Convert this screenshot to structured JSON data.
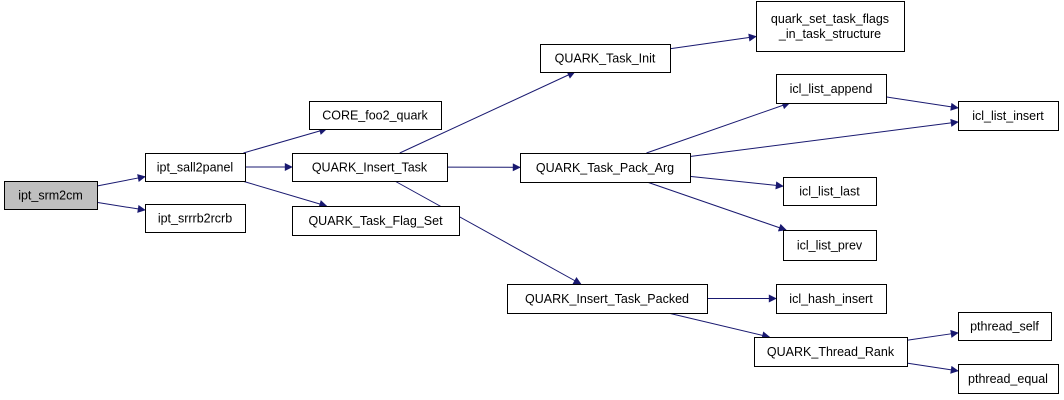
{
  "graph": {
    "style": {
      "edge_color": "#191970",
      "node_fill": "#ffffff",
      "root_fill": "#bfbfbf",
      "node_stroke": "#000000",
      "text_color": "#000000"
    },
    "nodes": {
      "ipt_srm2cm": {
        "label": "ipt_srm2cm",
        "root": true
      },
      "ipt_sall2panel": {
        "label": "ipt_sall2panel"
      },
      "ipt_srrrb2rcrb": {
        "label": "ipt_srrrb2rcrb"
      },
      "core_foo2_quark": {
        "label": "CORE_foo2_quark"
      },
      "quark_insert_task": {
        "label": "QUARK_Insert_Task"
      },
      "quark_task_flag_set": {
        "label": "QUARK_Task_Flag_Set"
      },
      "quark_task_init": {
        "label": "QUARK_Task_Init"
      },
      "quark_task_pack_arg": {
        "label": "QUARK_Task_Pack_Arg"
      },
      "quark_insert_task_packed": {
        "label": "QUARK_Insert_Task_Packed"
      },
      "quark_set_task_flags": {
        "label": [
          "quark_set_task_flags",
          "_in_task_structure"
        ]
      },
      "icl_list_append": {
        "label": "icl_list_append"
      },
      "icl_list_insert": {
        "label": "icl_list_insert"
      },
      "icl_list_last": {
        "label": "icl_list_last"
      },
      "icl_list_prev": {
        "label": "icl_list_prev"
      },
      "icl_hash_insert": {
        "label": "icl_hash_insert"
      },
      "quark_thread_rank": {
        "label": "QUARK_Thread_Rank"
      },
      "pthread_self": {
        "label": "pthread_self"
      },
      "pthread_equal": {
        "label": "pthread_equal"
      }
    },
    "edges": [
      [
        "ipt_srm2cm",
        "ipt_sall2panel"
      ],
      [
        "ipt_srm2cm",
        "ipt_srrrb2rcrb"
      ],
      [
        "ipt_sall2panel",
        "core_foo2_quark"
      ],
      [
        "ipt_sall2panel",
        "quark_insert_task"
      ],
      [
        "ipt_sall2panel",
        "quark_task_flag_set"
      ],
      [
        "quark_insert_task",
        "quark_task_init"
      ],
      [
        "quark_insert_task",
        "quark_task_pack_arg"
      ],
      [
        "quark_insert_task",
        "quark_insert_task_packed"
      ],
      [
        "quark_task_init",
        "quark_set_task_flags"
      ],
      [
        "quark_task_pack_arg",
        "icl_list_append"
      ],
      [
        "quark_task_pack_arg",
        "icl_list_insert"
      ],
      [
        "quark_task_pack_arg",
        "icl_list_last"
      ],
      [
        "quark_task_pack_arg",
        "icl_list_prev"
      ],
      [
        "icl_list_append",
        "icl_list_insert"
      ],
      [
        "quark_insert_task_packed",
        "icl_hash_insert"
      ],
      [
        "quark_insert_task_packed",
        "quark_thread_rank"
      ],
      [
        "quark_thread_rank",
        "pthread_self"
      ],
      [
        "quark_thread_rank",
        "pthread_equal"
      ]
    ]
  }
}
